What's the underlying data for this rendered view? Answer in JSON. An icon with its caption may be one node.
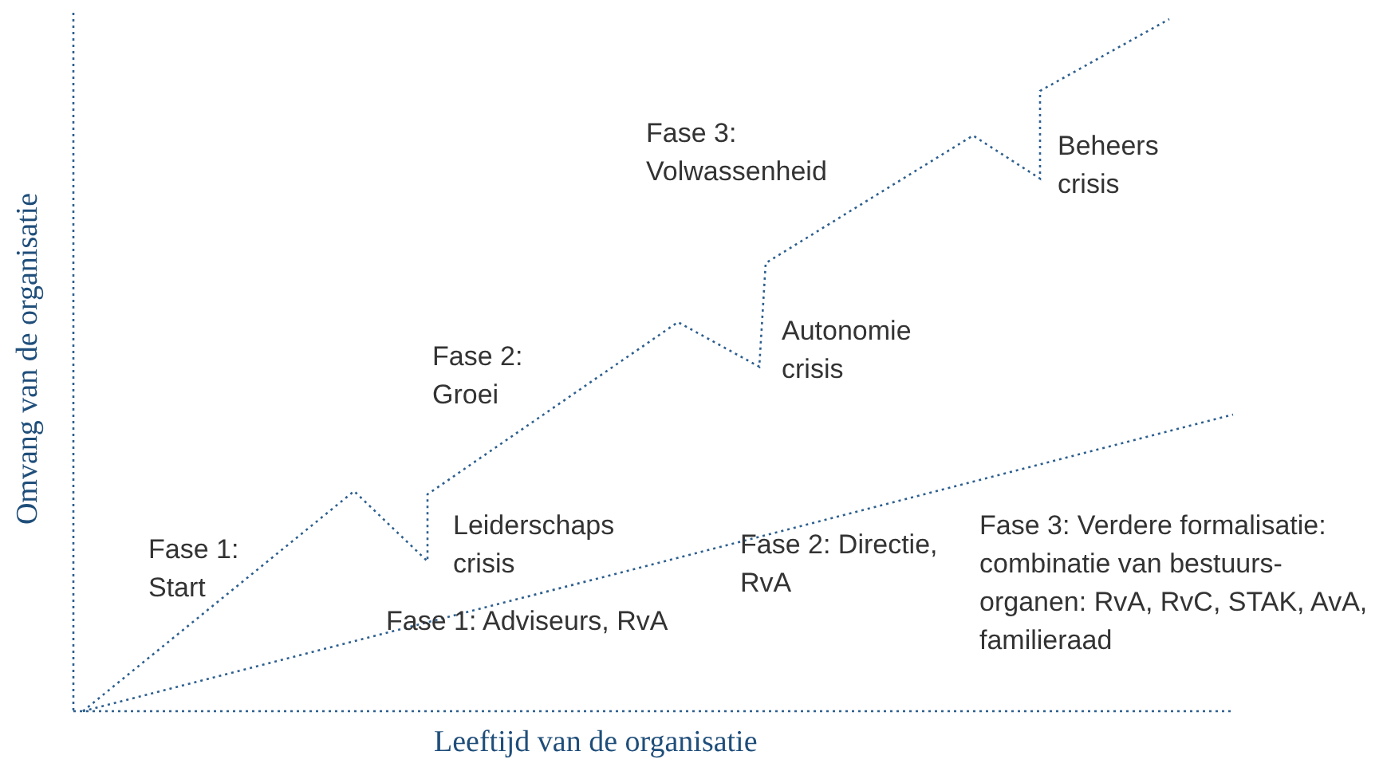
{
  "diagram": {
    "labels": [
      "Fase 3: Volwassenheid",
      "Beheers crisis",
      "Fase 2: Groei",
      "Autonomie crisis",
      "Leiderschaps crisis",
      "Fase 1: Start",
      "Fase 3: Verdere formalisatie: combinatie van bestuurs-organen: RvA, RvC, STAK, AvA, familieraad",
      "Fase 2: Directie, RvA",
      "Fase 1: Adviseurs, RvA",
      "Omvang van de organisatie",
      "Leeftijd van de organisatie"
    ]
  }
}
